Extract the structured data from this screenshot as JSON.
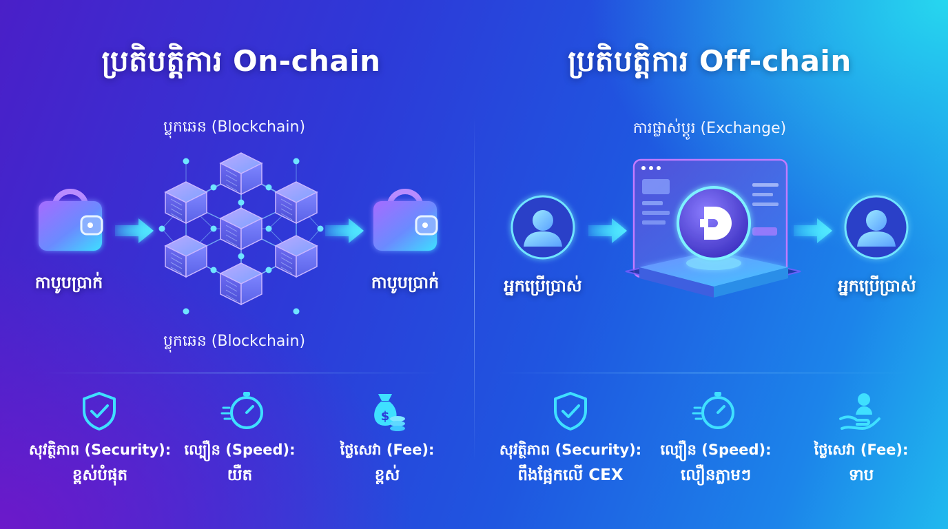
{
  "left": {
    "title": "ប្រតិបត្តិការ On-chain",
    "top_label": "ប្លុកឆេន (Blockchain)",
    "bottom_label": "ប្លុកឆេន (Blockchain)",
    "sender": "កាបូបប្រាក់",
    "receiver": "កាបូបប្រាក់",
    "metrics": [
      {
        "icon": "shield-check-icon",
        "label": "សុវត្ថិភាព (Security):",
        "value": "ខ្ពស់បំផុត"
      },
      {
        "icon": "stopwatch-icon",
        "label": "ល្បឿន (Speed):",
        "value": "យឺត"
      },
      {
        "icon": "money-bag-icon",
        "label": "ថ្លៃសេវា (Fee):",
        "value": "ខ្ពស់"
      }
    ]
  },
  "right": {
    "title": "ប្រតិបត្តិការ Off-chain",
    "top_label": "ការផ្លាស់ប្តូរ (Exchange)",
    "sender": "អ្នកប្រើប្រាស់",
    "receiver": "អ្នកប្រើប្រាស់",
    "metrics": [
      {
        "icon": "shield-check-icon",
        "label": "សុវត្ថិភាព (Security):",
        "value": "ពឹងផ្អែកលើ CEX"
      },
      {
        "icon": "stopwatch-icon",
        "label": "ល្បឿន (Speed):",
        "value": "លឿនភ្លាមៗ"
      },
      {
        "icon": "hand-user-icon",
        "label": "ថ្លៃសេវា (Fee):",
        "value": "ទាប"
      }
    ]
  },
  "colors": {
    "accent_cyan": "#3fe0ff",
    "card_purple": "#8b5cf6",
    "card_blue": "#3d7bff"
  }
}
